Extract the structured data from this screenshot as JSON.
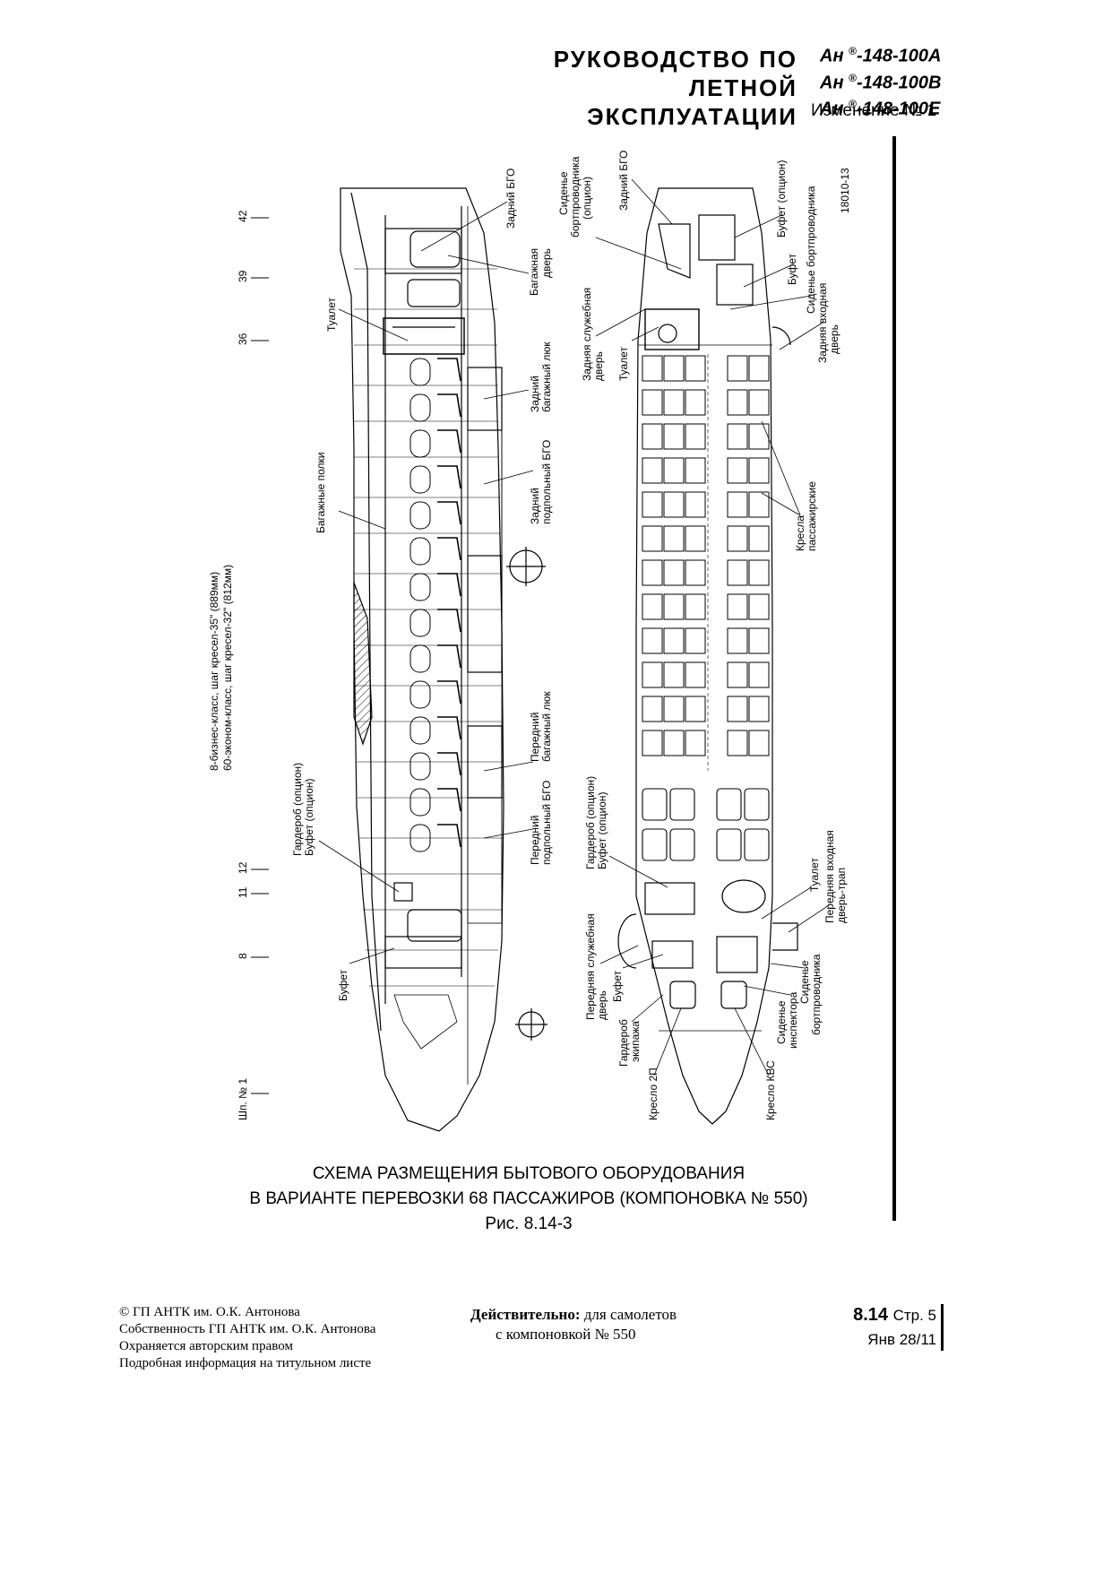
{
  "header": {
    "title_line1": "РУКОВОДСТВО ПО ЛЕТНОЙ",
    "title_line2": "ЭКСПЛУАТАЦИИ",
    "models": [
      {
        "prefix": "Ан",
        "reg": "®",
        "suffix": "-148-100A"
      },
      {
        "prefix": "Ан",
        "reg": "®",
        "suffix": "-148-100B"
      },
      {
        "prefix": "Ан",
        "reg": "®",
        "suffix": "-148-100E"
      }
    ],
    "change": "Изменение № 1"
  },
  "drawing": {
    "drawing_number": "18010-13",
    "frame_prefix": "Шп. №",
    "frame_numbers": [
      "1",
      "8",
      "11",
      "12",
      "36",
      "39",
      "42"
    ],
    "class_note_1": "8-бизнес-класс, шаг кресел-35\" (889мм)",
    "class_note_2": "60-эконом-класс, шаг кресел-32\" (812мм)",
    "side_labels": {
      "rear_bgo": "Задний БГО",
      "cargo_door_1": "Багажная",
      "cargo_door_2": "дверь",
      "toilet": "Туалет",
      "rear_hatch_1": "Задний",
      "rear_hatch_2": "багажный люк",
      "luggage_shelves": "Багажные полки",
      "rear_under_bgo_1": "Задний",
      "rear_under_bgo_2": "подпольный БГО",
      "front_hatch_1": "Передний",
      "front_hatch_2": "багажный люк",
      "front_under_bgo_1": "Передний",
      "front_under_bgo_2": "подпольный БГО",
      "wardrobe_opt": "Гардероб (опцион)",
      "buffet_opt": "Буфет (опцион)",
      "buffet": "Буфет"
    },
    "plan_labels": {
      "attendant_seat_opt_1": "Сиденье",
      "attendant_seat_opt_2": "бортпроводника",
      "attendant_seat_opt_3": "(опцион)",
      "rear_bgo": "Задний БГО",
      "buffet_opt": "Буфет (опцион)",
      "buffet": "Буфет",
      "attendant_seat_1": "Сиденье бортпроводника",
      "rear_entry_1": "Задняя входная",
      "rear_entry_2": "дверь",
      "rear_service_1": "Задняя служебная",
      "rear_service_2": "дверь",
      "toilet": "Туалет",
      "pax_seats_1": "Кресла",
      "pax_seats_2": "пассажирские",
      "wardrobe_opt": "Гардероб (опцион)",
      "buffet_opt_2": "Буфет (опцион)",
      "toilet_2": "Туалет",
      "front_entry_1": "Передняя входная",
      "front_entry_2": "дверь-трап",
      "front_service_1": "Передняя служебная",
      "front_service_2": "дверь",
      "buffet_2": "Буфет",
      "attendant_seat_2a": "Сиденье",
      "attendant_seat_2b": "бортпроводника",
      "inspector_1": "Сиденье",
      "inspector_2": "инспектора",
      "crew_wardrobe_1": "Гардероб",
      "crew_wardrobe_2": "экипажа",
      "copilot": "Кресло 2П",
      "captain": "Кресло КВС"
    }
  },
  "caption": {
    "line1": "СХЕМА РАЗМЕЩЕНИЯ БЫТОВОГО ОБОРУДОВАНИЯ",
    "line2": "В ВАРИАНТЕ ПЕРЕВОЗКИ 68 ПАССАЖИРОВ (КОМПОНОВКА № 550)",
    "line3": "Рис. 8.14-3"
  },
  "footer": {
    "copyright_1": "© ГП АНТК им. О.К. Антонова",
    "copyright_2": "Собственность ГП АНТК им. О.К. Антонова",
    "copyright_3": "Охраняется авторским правом",
    "copyright_4": "Подробная информация на титульном листе",
    "valid_bold": "Действительно:",
    "valid_rest": " для самолетов",
    "valid_line2": "с компоновкой  № 550",
    "section": "8.14",
    "page": "Стр. 5",
    "date": "Янв 28/11"
  }
}
